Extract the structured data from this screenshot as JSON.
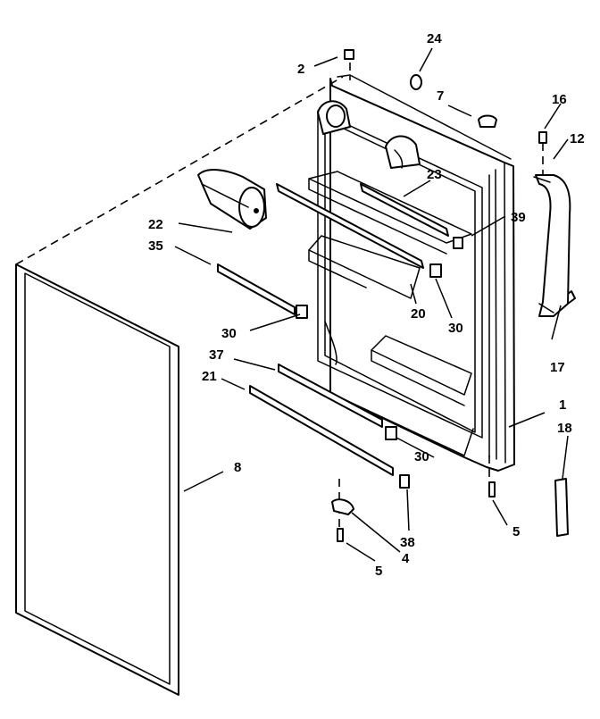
{
  "callouts": {
    "c1": "1",
    "c2": "2",
    "c4": "4",
    "c5a": "5",
    "c5b": "5",
    "c7": "7",
    "c8": "8",
    "c12": "12",
    "c16": "16",
    "c17": "17",
    "c18": "18",
    "c20": "20",
    "c21": "21",
    "c22": "22",
    "c23": "23",
    "c24": "24",
    "c30a": "30",
    "c30b": "30",
    "c30c": "30",
    "c35": "35",
    "c37": "37",
    "c38": "38",
    "c39": "39"
  },
  "colors": {
    "ink": "#000000",
    "paper": "#ffffff"
  }
}
